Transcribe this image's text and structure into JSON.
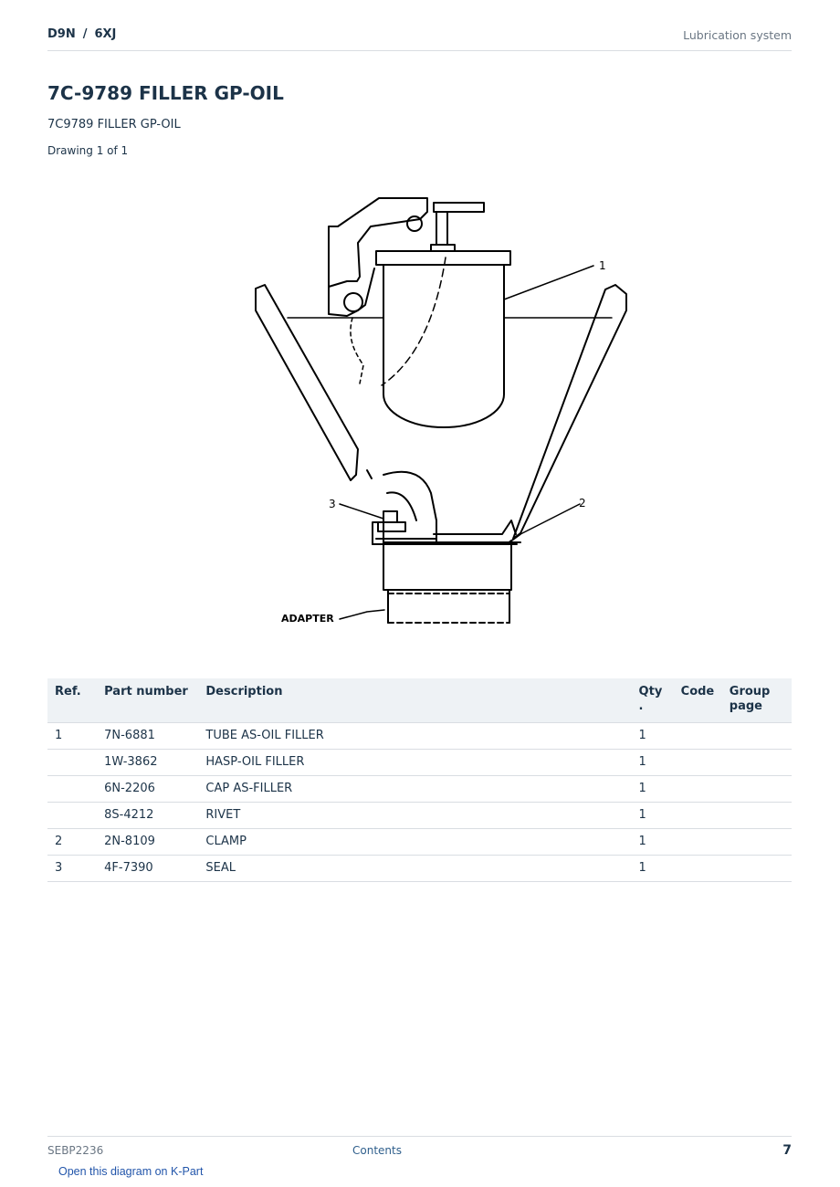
{
  "header": {
    "model": "D9N",
    "separator": "/",
    "serial_prefix": "6XJ",
    "section": "Lubrication system"
  },
  "page": {
    "title": "7C-9789 FILLER GP-OIL",
    "subtitle": "7C9789 FILLER GP-OIL",
    "drawing_count": "Drawing 1 of 1"
  },
  "diagram": {
    "callouts": [
      "1",
      "2",
      "3"
    ],
    "label_adapter": "ADAPTER"
  },
  "table": {
    "headers": {
      "ref": "Ref.",
      "part_number": "Part number",
      "description": "Description",
      "qty": "Qty .",
      "code": "Code",
      "group_page": "Group page"
    },
    "rows": [
      {
        "ref": "1",
        "part_number": "7N-6881",
        "description": "TUBE AS-OIL FILLER",
        "qty": "1",
        "code": "",
        "group_page": ""
      },
      {
        "ref": "",
        "part_number": "1W-3862",
        "description": "HASP-OIL FILLER",
        "qty": "1",
        "code": "",
        "group_page": ""
      },
      {
        "ref": "",
        "part_number": "6N-2206",
        "description": "CAP AS-FILLER",
        "qty": "1",
        "code": "",
        "group_page": ""
      },
      {
        "ref": "",
        "part_number": "8S-4212",
        "description": "RIVET",
        "qty": "1",
        "code": "",
        "group_page": ""
      },
      {
        "ref": "2",
        "part_number": "2N-8109",
        "description": "CLAMP",
        "qty": "1",
        "code": "",
        "group_page": ""
      },
      {
        "ref": "3",
        "part_number": "4F-7390",
        "description": "SEAL",
        "qty": "1",
        "code": "",
        "group_page": ""
      }
    ]
  },
  "footer": {
    "doc_id": "SEBP2236",
    "contents_label": "Contents",
    "page_number": "7",
    "kpart_link": "Open this diagram on K-Part"
  }
}
